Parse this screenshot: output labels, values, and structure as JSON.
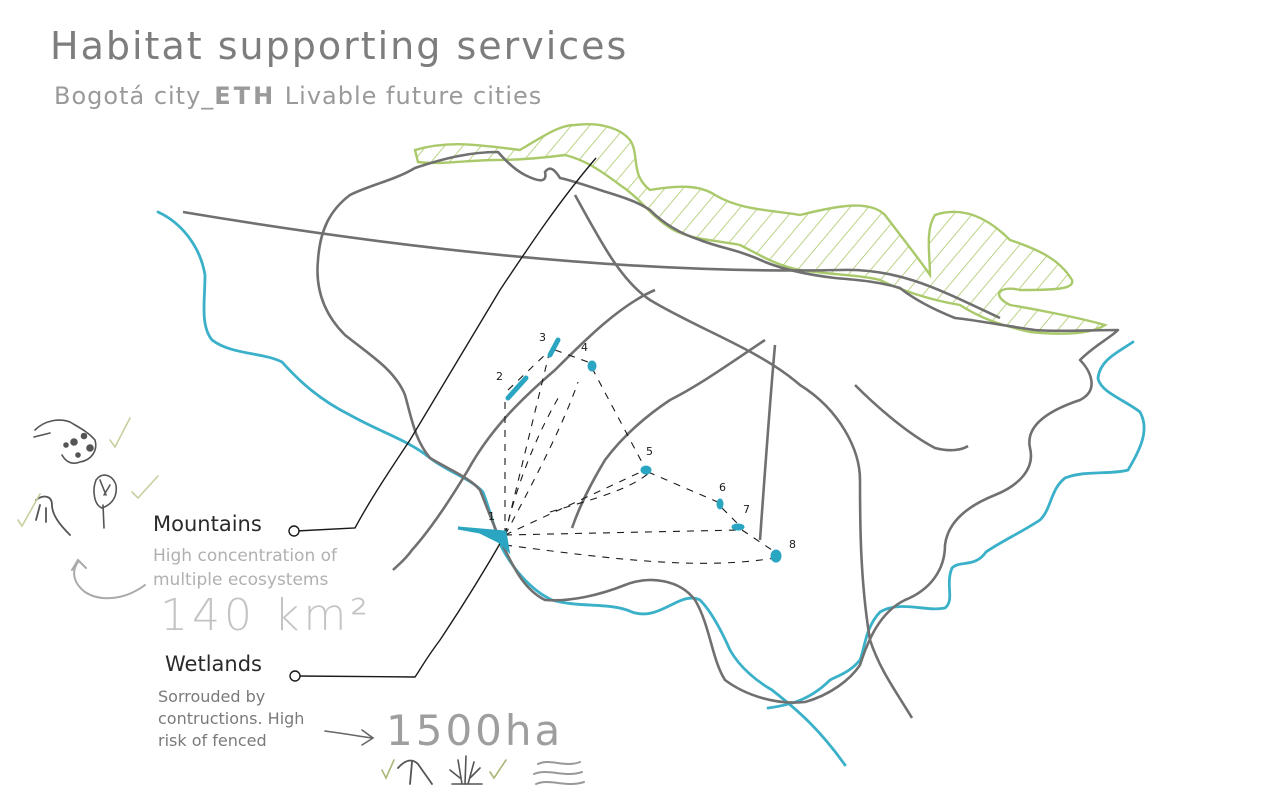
{
  "title": "Habitat supporting services",
  "subtitle": {
    "city": "Bogotá city_",
    "org": "ETH",
    "program": "Livable future cities"
  },
  "mountains": {
    "label": "Mountains",
    "description": "High concentration of multiple ecosystems",
    "area": "140 km²"
  },
  "wetlands": {
    "label": "Wetlands",
    "description": "Sorrouded by contructions. High risk of fenced",
    "area": "1500ha"
  },
  "points": [
    "1",
    "2",
    "3",
    "4",
    "5",
    "6",
    "7",
    "8"
  ],
  "colors": {
    "mountain_fill": "#a9c96a",
    "river": "#3ab0c9",
    "boundary": "#707070",
    "wetland": "#2aa6c2",
    "ink": "#1a1a1a"
  }
}
